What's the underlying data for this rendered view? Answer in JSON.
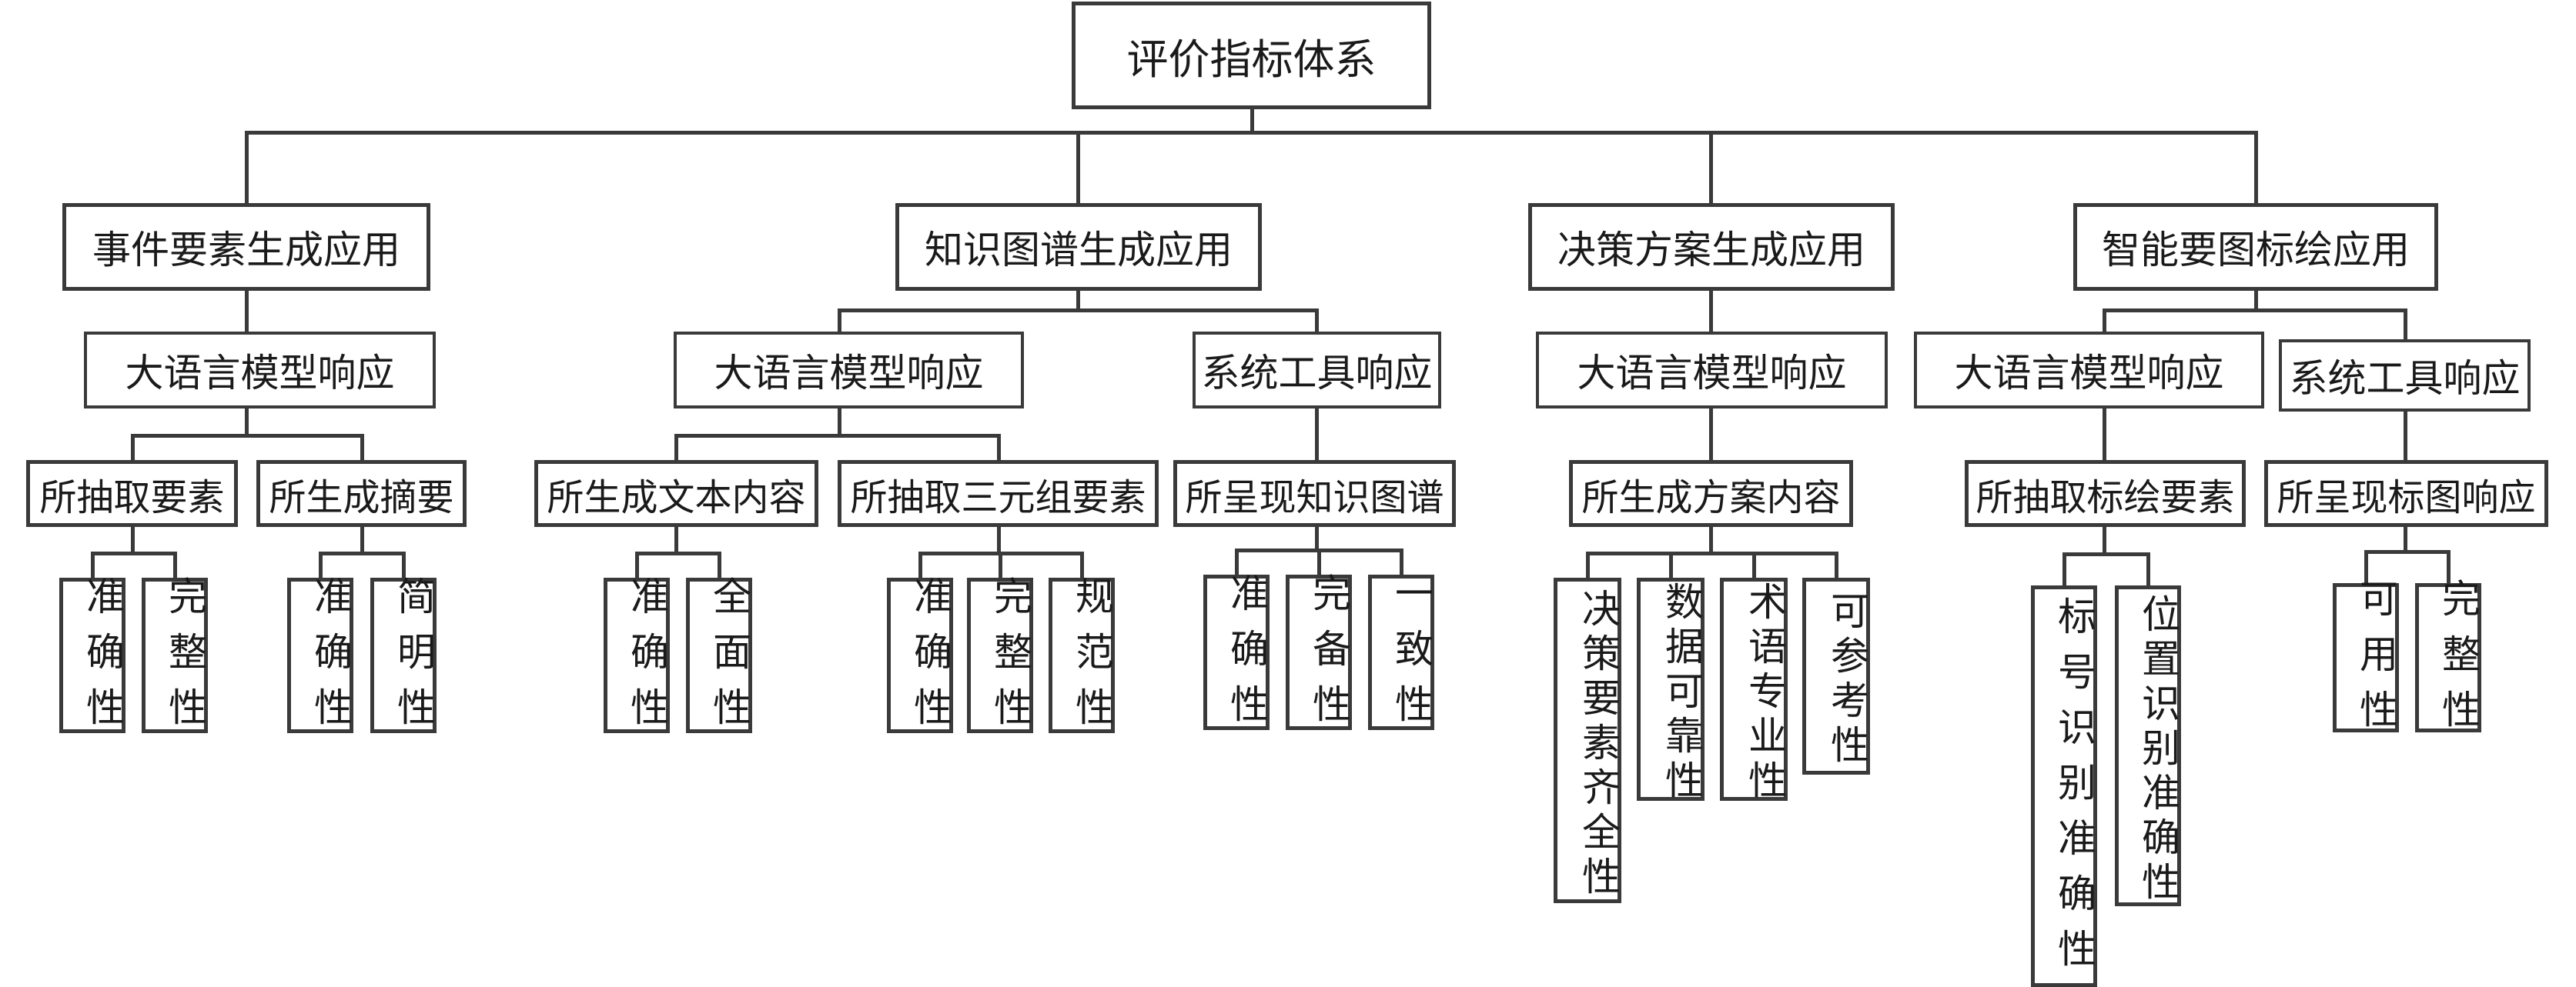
{
  "root": {
    "label": "评价指标体系"
  },
  "groups": [
    {
      "label": "事件要素生成应用",
      "responses": [
        {
          "label": "大语言模型响应",
          "objects": [
            {
              "label": "所抽取要素",
              "metrics": [
                "准确性",
                "完整性"
              ]
            },
            {
              "label": "所生成摘要",
              "metrics": [
                "准确性",
                "简明性"
              ]
            }
          ]
        }
      ]
    },
    {
      "label": "知识图谱生成应用",
      "responses": [
        {
          "label": "大语言模型响应",
          "objects": [
            {
              "label": "所生成文本内容",
              "metrics": [
                "准确性",
                "全面性"
              ]
            },
            {
              "label": "所抽取三元组要素",
              "metrics": [
                "准确性",
                "完整性",
                "规范性"
              ]
            }
          ]
        },
        {
          "label": "系统工具响应",
          "objects": [
            {
              "label": "所呈现知识图谱",
              "metrics": [
                "准确性",
                "完备性",
                "一致性"
              ]
            }
          ]
        }
      ]
    },
    {
      "label": "决策方案生成应用",
      "responses": [
        {
          "label": "大语言模型响应",
          "objects": [
            {
              "label": "所生成方案内容",
              "metrics": [
                "决策要素齐全性",
                "数据可靠性",
                "术语专业性",
                "可参考性"
              ]
            }
          ]
        }
      ]
    },
    {
      "label": "智能要图标绘应用",
      "responses": [
        {
          "label": "大语言模型响应",
          "objects": [
            {
              "label": "所抽取标绘要素",
              "metrics": [
                "标号识别准确性",
                "位置识别准确性"
              ]
            }
          ]
        },
        {
          "label": "系统工具响应",
          "objects": [
            {
              "label": "所呈现标图响应",
              "metrics": [
                "可用性",
                "完整性"
              ]
            }
          ]
        }
      ]
    }
  ]
}
